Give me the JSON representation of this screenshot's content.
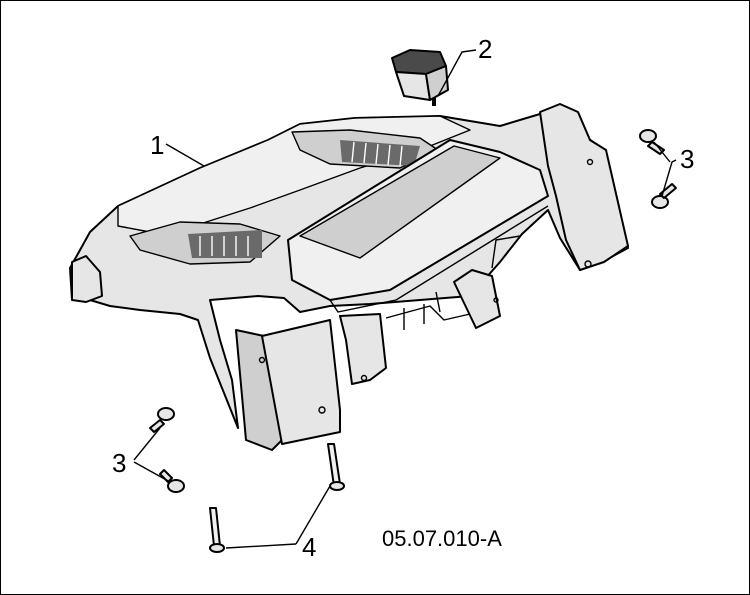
{
  "diagram": {
    "callouts": {
      "console_housing": "1",
      "switch": "2",
      "flange_bolts_right": "3",
      "flange_bolts_left": "3",
      "pins": "4"
    },
    "drawing_code": "05.07.010-A"
  }
}
